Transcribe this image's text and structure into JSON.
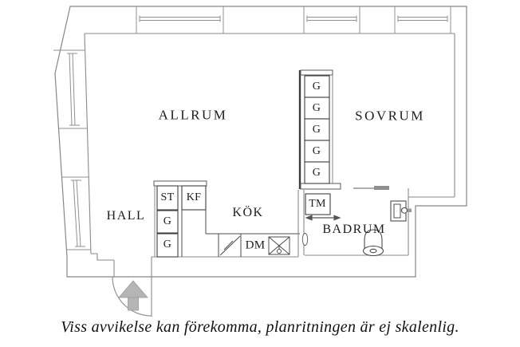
{
  "rooms": {
    "allrum": "ALLRUM",
    "sovrum": "SOVRUM",
    "hall": "HALL",
    "kok": "KÖK",
    "badrum": "BADRUM"
  },
  "closets": {
    "st": "ST",
    "kf": "KF",
    "hall_g": [
      "G",
      "G"
    ],
    "bedroom_g": [
      "G",
      "G",
      "G",
      "G",
      "G"
    ]
  },
  "appliances": {
    "tm": "TM",
    "dm": "DM"
  },
  "caption": "Viss avvikelse kan förekomma, planritningen är ej skalenlig.",
  "colors": {
    "background": "#ffffff",
    "wall_line": "#868686",
    "fixture_line": "#4c4c4c",
    "text": "#1c1c1c",
    "entry_arrow_fill": "#b5b5b5",
    "door_leaf_fill": "#8f8f8f"
  }
}
